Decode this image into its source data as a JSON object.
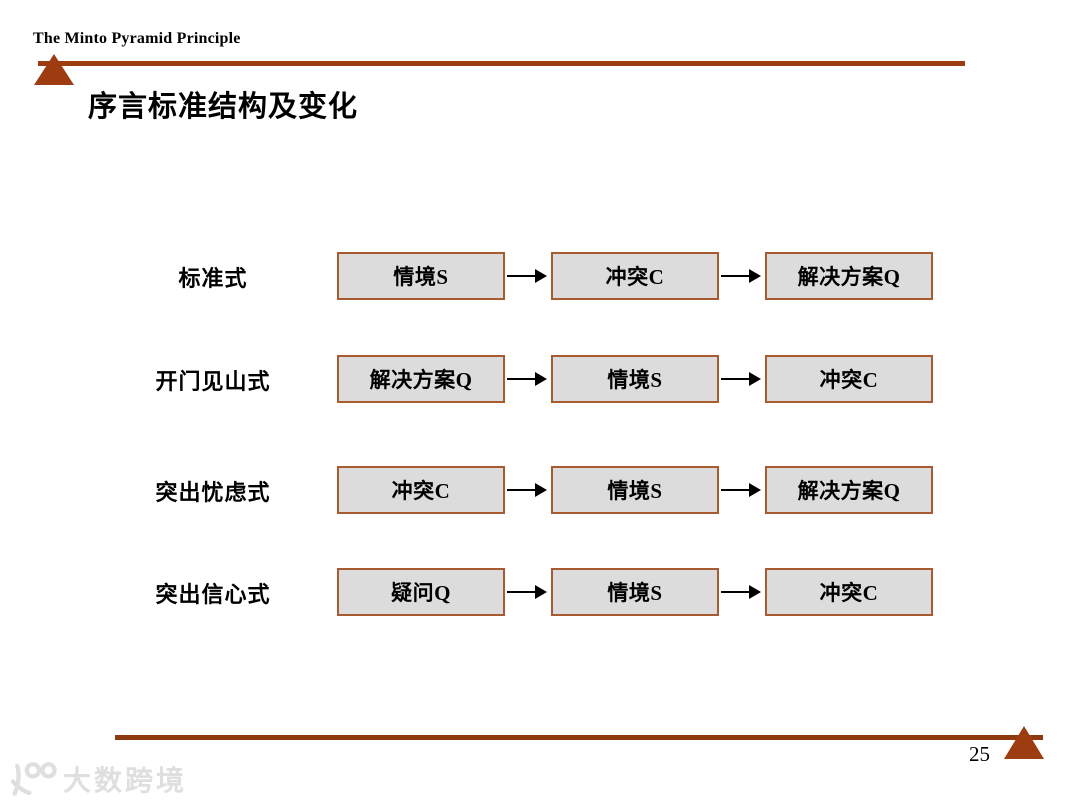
{
  "header": {
    "brand": "The Minto Pyramid Principle"
  },
  "title": "序言标准结构及变化",
  "diagram": {
    "rows": [
      {
        "label": "标准式",
        "boxes": [
          "情境S",
          "冲突C",
          "解决方案Q"
        ]
      },
      {
        "label": "开门见山式",
        "boxes": [
          "解决方案Q",
          "情境S",
          "冲突C"
        ]
      },
      {
        "label": "突出忧虑式",
        "boxes": [
          "冲突C",
          "情境S",
          "解决方案Q"
        ]
      },
      {
        "label": "突出信心式",
        "boxes": [
          "疑问Q",
          "情境S",
          "冲突C"
        ]
      }
    ]
  },
  "footer": {
    "page_number": "25"
  },
  "watermark": {
    "logo_text": "100",
    "text": "大数跨境"
  },
  "colors": {
    "accent_rust": "#9c3c10",
    "footer_rust": "#8e3a10",
    "box_border": "#a85a30",
    "box_fill": "#dcdcdc",
    "arrow": "#000000"
  }
}
